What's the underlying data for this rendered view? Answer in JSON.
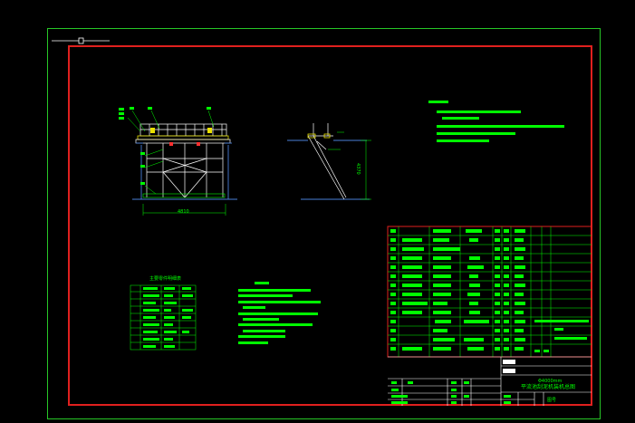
{
  "drawing": {
    "title_block": {
      "scale_note": "Φ4000mm",
      "drawing_title": "平流池刮泥机装机总图",
      "sheet_label": "图号"
    },
    "dimensions": {
      "elevation_width": "4810",
      "section_height": "4370"
    },
    "parts_table": {
      "caption": "主要零件明细表"
    },
    "colors": {
      "background": "#000000",
      "linework": "#00ff00",
      "border": "#e0201e",
      "outer_border": "#27c727",
      "structure_blue": "#4a7fd8",
      "highlight_yellow": "#e8e000"
    }
  }
}
